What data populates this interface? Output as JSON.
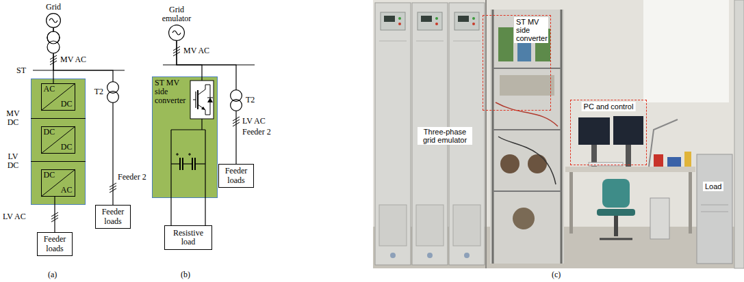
{
  "diagram": {
    "nodes": [
      {
        "text": [
          "Grid"
        ]
      },
      {
        "text": [
          "ST"
        ]
      },
      {
        "text": [
          "AC",
          "DC"
        ],
        "in": 1
      },
      {
        "text": [
          "DC",
          "DC"
        ],
        "in": 1
      },
      {
        "text": [
          "DC",
          "AC"
        ],
        "in": 1
      },
      {
        "text": [
          "T2"
        ]
      },
      {
        "text": [
          "Feeder loads"
        ]
      },
      {
        "text": [
          "Feeder loads"
        ]
      },
      {
        "text": [
          "Grid emulator"
        ]
      },
      {
        "text": [
          "ST MV side converter"
        ]
      },
      {
        "text": [
          "Resistive load"
        ]
      },
      {
        "text": [
          "T2"
        ]
      },
      {
        "text": [
          "Feeder loads"
        ]
      },
      {
        "text": [
          "ST MV side converter"
        ]
      },
      {
        "text": [
          "PC and control"
        ]
      }
    ],
    "edges": [
      {
        "from": 0,
        "to": 1,
        "arrow": "none"
      },
      {
        "from": 0,
        "to": 5,
        "arrow": "none"
      },
      {
        "from": 1,
        "to": 6,
        "arrow": "none"
      },
      {
        "from": 5,
        "to": 7,
        "arrow": "none"
      },
      {
        "from": 8,
        "to": 9,
        "arrow": "none"
      },
      {
        "from": 8,
        "to": 11,
        "arrow": "none"
      },
      {
        "from": 9,
        "to": 10,
        "arrow": "none"
      },
      {
        "from": 11,
        "to": 12,
        "arrow": "none"
      }
    ],
    "labels": [
      "MV AC",
      "MV DC",
      "LV DC",
      "LV AC",
      "Feeder 2",
      "(a)",
      "MV AC",
      "LV AC",
      "Feeder 2",
      "(b)",
      "Three-phase grid emulator",
      "Load",
      "(c)"
    ]
  }
}
